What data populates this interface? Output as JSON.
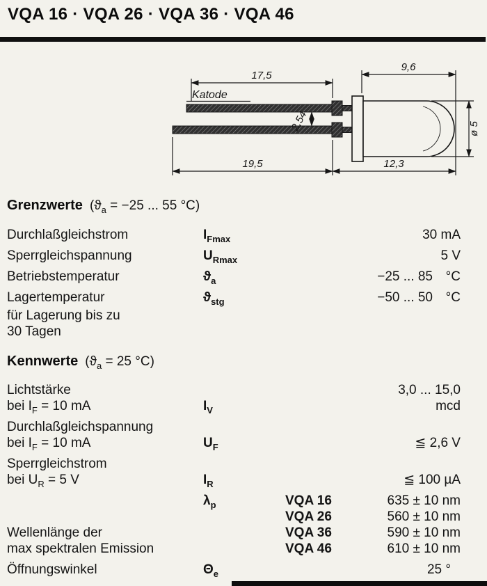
{
  "page": {
    "title": "VQA 16 · VQA 26 · VQA 36 · VQA 46"
  },
  "diagram": {
    "katode_label": "Katode",
    "dims": {
      "top_left": "17,5",
      "top_right": "9,6",
      "lead_pitch": "2,54",
      "diameter": "ø 5",
      "bottom_left": "19,5",
      "bottom_right": "12,3"
    }
  },
  "limits": {
    "heading": "Grenzwerte",
    "condition": {
      "pre": "(ϑ",
      "sub": "a",
      "post": " = −25 ... 55 °C)"
    },
    "rows": [
      {
        "label": "Durchlaßgleichstrom",
        "sym": "I",
        "sub": "Fmax",
        "value": "30 mA"
      },
      {
        "label": "Sperrgleichspannung",
        "sym": "U",
        "sub": "Rmax",
        "value": "5 V"
      },
      {
        "label": "Betriebstemperatur",
        "sym": "ϑ",
        "sub": "a",
        "value": "−25 ... 85",
        "unit": "°C"
      },
      {
        "label": "Lagertemperatur",
        "label_extra": [
          "für Lagerung bis zu",
          "30 Tagen"
        ],
        "sym": "ϑ",
        "sub": "stg",
        "value": "−50 ... 50",
        "unit": "°C"
      }
    ]
  },
  "characteristics": {
    "heading": "Kennwerte",
    "condition": {
      "pre": "(ϑ",
      "sub": "a",
      "post": " = 25 °C)"
    },
    "rows": [
      {
        "label1": "Lichtstärke",
        "cond": {
          "pre": "bei I",
          "sub": "F",
          "post": " = 10 mA"
        },
        "sym": "I",
        "sub": "V",
        "value": "3,0 ... 15,0 mcd"
      },
      {
        "label1": "Durchlaßgleichspannung",
        "cond": {
          "pre": "bei I",
          "sub": "F",
          "post": " = 10 mA"
        },
        "sym": "U",
        "sub": "F",
        "value": "≦ 2,6 V"
      },
      {
        "label1": "Sperrgleichstrom",
        "cond": {
          "pre": "bei U",
          "sub": "R",
          "post": " = 5 V"
        },
        "sym": "I",
        "sub": "R",
        "value": "≦ 100 µA"
      },
      {
        "label1": "Wellenlänge der",
        "label2": "max spektralen Emission",
        "sym": "λ",
        "sub": "p",
        "variants": [
          {
            "type": "VQA 16",
            "value": "635 ± 10 nm"
          },
          {
            "type": "VQA 26",
            "value": "560 ± 10 nm"
          },
          {
            "type": "VQA 36",
            "value": "590 ± 10 nm"
          },
          {
            "type": "VQA 46",
            "value": "610 ± 10 nm"
          }
        ]
      },
      {
        "label1": "Öffnungswinkel",
        "sym": "Θ",
        "sub": "e",
        "value": "25 °"
      }
    ]
  }
}
